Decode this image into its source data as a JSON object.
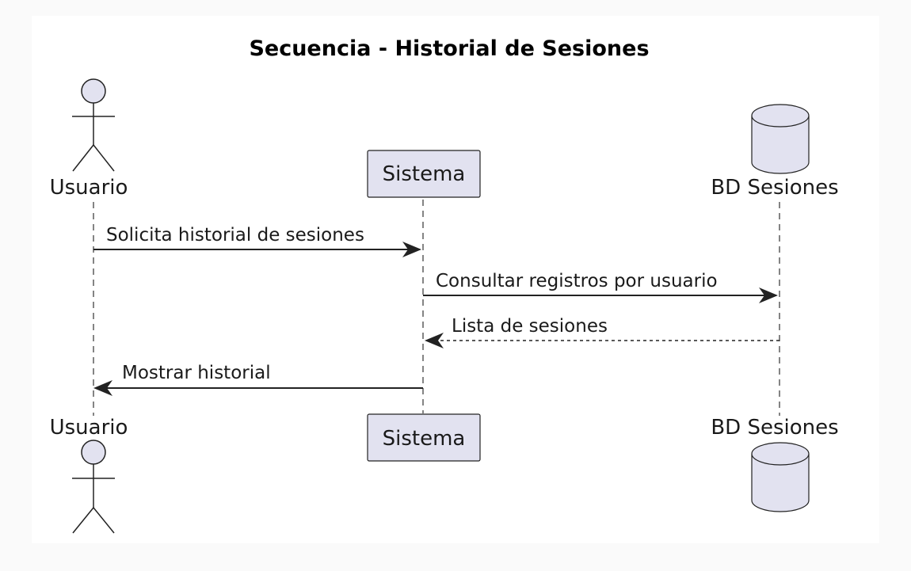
{
  "title": "Secuencia - Historial de Sesiones",
  "participants": [
    {
      "id": "usuario",
      "name": "Usuario",
      "kind": "actor"
    },
    {
      "id": "sistema",
      "name": "Sistema",
      "kind": "participant"
    },
    {
      "id": "bd",
      "name": "BD Sesiones",
      "kind": "database"
    }
  ],
  "messages": [
    {
      "from": "usuario",
      "to": "sistema",
      "text": "Solicita historial de sesiones",
      "style": "solid"
    },
    {
      "from": "sistema",
      "to": "bd",
      "text": "Consultar registros por usuario",
      "style": "solid"
    },
    {
      "from": "bd",
      "to": "sistema",
      "text": "Lista de sesiones",
      "style": "dashed"
    },
    {
      "from": "sistema",
      "to": "usuario",
      "text": "Mostrar historial",
      "style": "solid"
    }
  ],
  "colors": {
    "participant_fill": "#e2e2f0",
    "line": "#222222",
    "background": "#ffffff"
  }
}
